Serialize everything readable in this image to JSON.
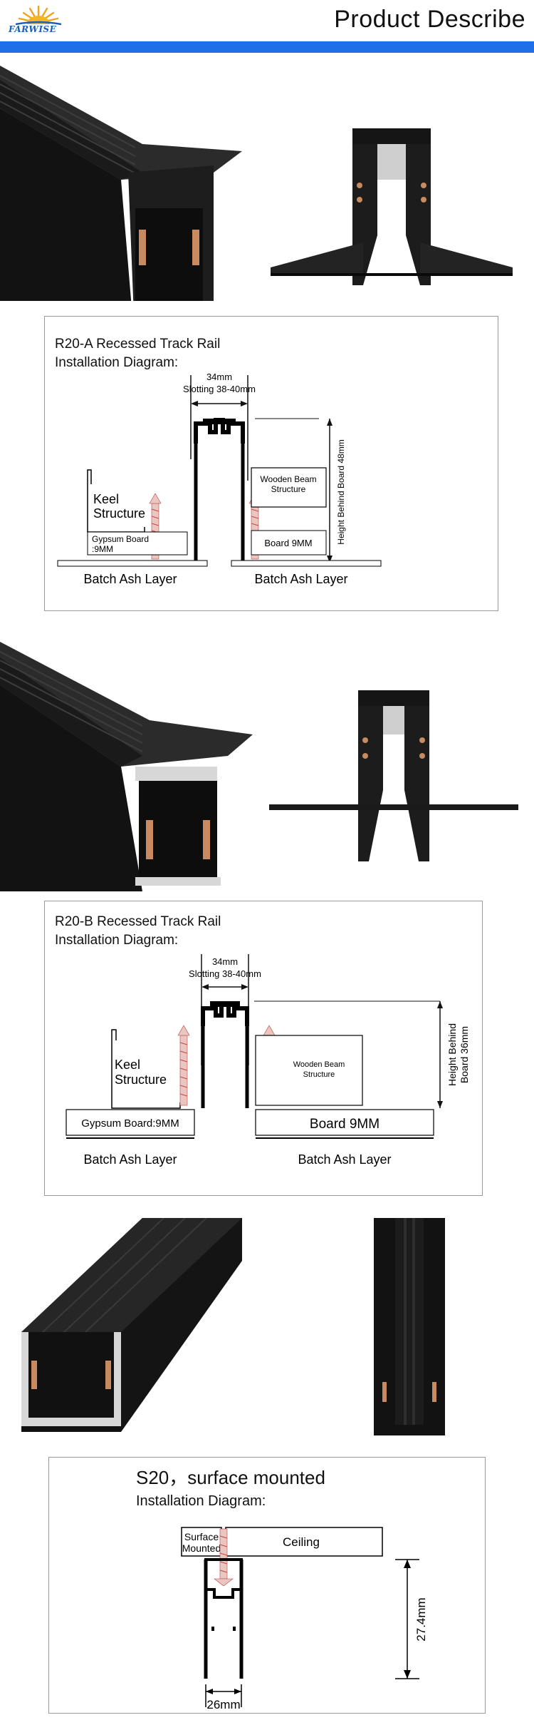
{
  "header": {
    "logo_text": "FARWISE",
    "title": "Product Describe",
    "accent_color": "#1f6fe6"
  },
  "diagram_a": {
    "title_line1": "R20-A Recessed Track Rail",
    "title_line2": "Installation Diagram:",
    "width_label": "34mm",
    "slot_label": "Slotting 38-40mm",
    "height_label": "Height Behind Board 48mm",
    "keel_line1": "Keel",
    "keel_line2": "Structure",
    "gypsum_line1": "Gypsum Board",
    "gypsum_line2": ":9MM",
    "wood_line1": "Wooden Beam",
    "wood_line2": "Structure",
    "board_label": "Board 9MM",
    "ash_left": "Batch Ash Layer",
    "ash_right": "Batch Ash Layer"
  },
  "diagram_b": {
    "title_line1": "R20-B Recessed Track Rail",
    "title_line2": "Installation Diagram:",
    "width_label": "34mm",
    "slot_label": "Slotting 38-40mm",
    "height_line1": "Height Behind",
    "height_line2": "Board 36mm",
    "keel_line1": "Keel",
    "keel_line2": "Structure",
    "wood_line1": "Wooden Beam",
    "wood_line2": "Structure",
    "gypsum_label": "Gypsum Board:9MM",
    "board_label": "Board 9MM",
    "ash_left": "Batch Ash Layer",
    "ash_right": "Batch Ash Layer"
  },
  "diagram_c": {
    "title": "S20，surface mounted",
    "subtitle": "Installation Diagram:",
    "surface_line1": "Surface",
    "surface_line2": "Mounted",
    "ceiling_label": "Ceiling",
    "height_label": "27.4mm",
    "width_label": "26mm"
  }
}
